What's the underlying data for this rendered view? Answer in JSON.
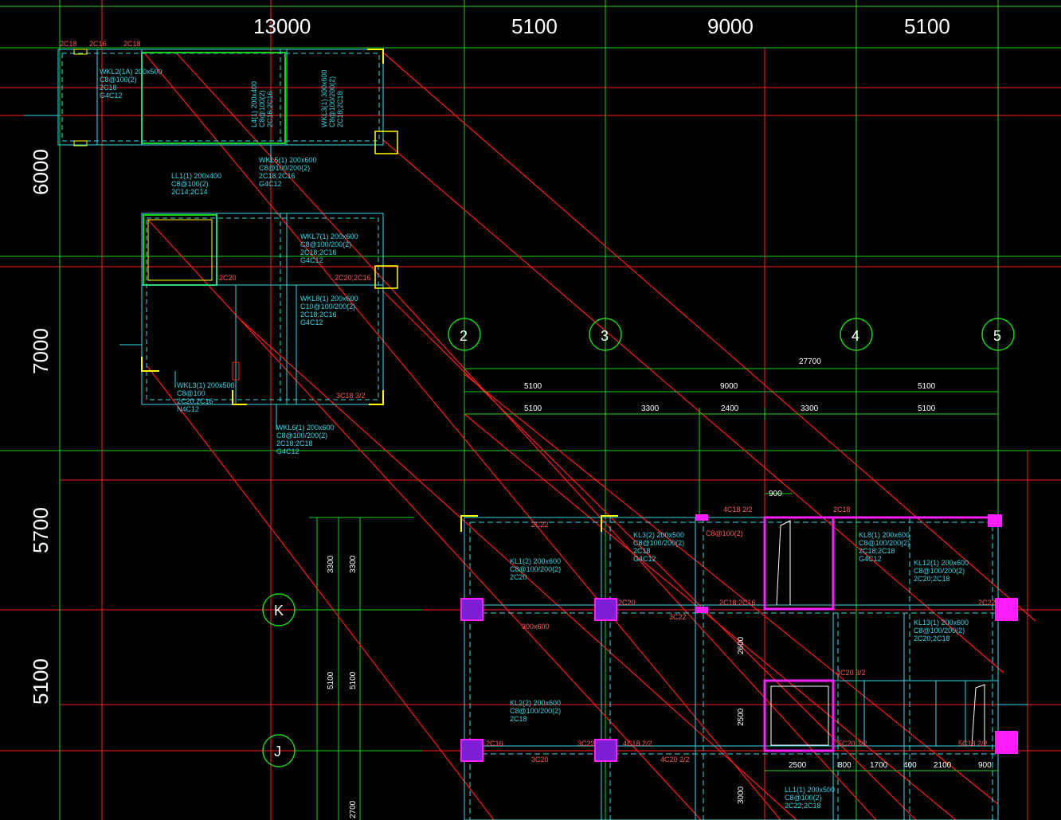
{
  "top_dimensions": [
    "13000",
    "5100",
    "9000",
    "5100"
  ],
  "left_dimensions": [
    "6000",
    "7000",
    "5700",
    "5100"
  ],
  "column_axes": [
    "2",
    "3",
    "4",
    "5"
  ],
  "row_axes": [
    "K",
    "J"
  ],
  "sub_dims_row1": [
    "27700"
  ],
  "sub_dims_row2": [
    "5100",
    "9000",
    "5100"
  ],
  "sub_dims_row3": [
    "5100",
    "3300",
    "2400",
    "3300",
    "5100"
  ],
  "sub_dims_row4": [
    "2500",
    "800",
    "1700",
    "400",
    "2100",
    "900"
  ],
  "dim_900": "900",
  "left_vertical_dims": [
    "3300",
    "3300",
    "5100",
    "5100",
    "2700"
  ],
  "mid_vertical_dims": [
    "2600",
    "2500",
    "3000"
  ],
  "beam_labels": {
    "b1": [
      "WKL2(1A) 200x500",
      "C8@100(2)",
      "2C18",
      "G4C12"
    ],
    "b2": [
      "L4(1) 200x400",
      "C8@100(2)",
      "2C16;2C16"
    ],
    "b3": [
      "WKL3(1) 300x600",
      "C8@100/200(2)",
      "2C18;2C18"
    ],
    "b4": [
      "WKL5(1) 200x600",
      "C8@100/200(2)",
      "2C18;2C16",
      "G4C12"
    ],
    "b5": [
      "LL1(1) 200x400",
      "C8@100(2)",
      "2C14;2C14"
    ],
    "b6": [
      "WKL7(1) 200x600",
      "C8@100/200(2)",
      "2C18;2C16",
      "G4C12"
    ],
    "b7": [
      "WKL8(1) 200x600",
      "C10@100/200(2)",
      "2C18;2C16",
      "G4C12"
    ],
    "b8": [
      "WKL3(1) 200x500",
      "C8@100",
      "2C20;2C16",
      "N4C12"
    ],
    "b9": [
      "WKL6(1) 200x600",
      "C8@100/200(2)",
      "2C18;2C18",
      "G4C12"
    ],
    "b10": [
      "KL3(2) 200x500",
      "C8@100/200(2)",
      "2C18",
      "G4C12"
    ],
    "b11": [
      "KL8(1) 200x600",
      "C8@100/200(2)",
      "2C18;2C18",
      "G4C12"
    ],
    "b12": [
      "KL12(1) 200x600",
      "C8@100/200(2)",
      "2C20;2C18"
    ],
    "b13": [
      "KL1(2) 200x600",
      "C8@100/200(2)",
      "2C20"
    ],
    "b14": [
      "KL2(2) 200x600",
      "C8@100/200(2)",
      "2C18"
    ],
    "b15": [
      "LL1(1) 200x500",
      "C8@100(2)",
      "2C22;2C18"
    ],
    "b16": [
      "KL13(1) 200x600",
      "C8@100/200(2)",
      "2C20;2C18"
    ]
  },
  "rebar_notes": [
    "2C18",
    "2C16",
    "2C18",
    "2C20",
    "2C20;2C16",
    "3C18 3/2",
    "2C22",
    "4C18 2/2",
    "4C20 3/2",
    "5C20 3/2",
    "5C18 2/2",
    "2C18;2C16",
    "4C18 2/2",
    "4C20 2/2",
    "3C20",
    "3C22",
    "2C16",
    "300x600",
    "C8@100(2)"
  ],
  "colors": {
    "background": "#000000",
    "grid_red": "#ff1e1e",
    "grid_green": "#19d219",
    "beam_cyan": "#37d7e6",
    "label_red": "#ff5a5a",
    "column_magenta": "#ff1eff",
    "column_purple": "#7a1fd6",
    "corner_yellow": "#ffff00",
    "dim_white": "#ffffff"
  }
}
